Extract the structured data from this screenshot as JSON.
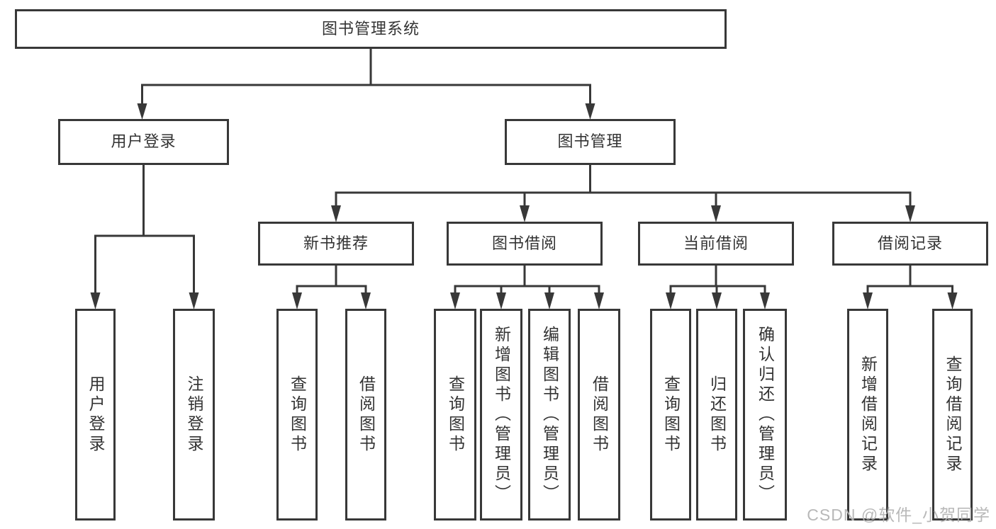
{
  "diagram": {
    "root": {
      "label": "图书管理系统"
    },
    "branches": [
      {
        "label": "用户登录",
        "children": [
          {
            "label": "用户登录"
          },
          {
            "label": "注销登录"
          }
        ]
      },
      {
        "label": "图书管理",
        "children": [
          {
            "label": "新书推荐",
            "children": [
              {
                "label": "查询图书"
              },
              {
                "label": "借阅图书"
              }
            ]
          },
          {
            "label": "图书借阅",
            "children": [
              {
                "label": "查询图书"
              },
              {
                "label": "新增图书（管理员）"
              },
              {
                "label": "编辑图书（管理员）"
              },
              {
                "label": "借阅图书"
              }
            ]
          },
          {
            "label": "当前借阅",
            "children": [
              {
                "label": "查询图书"
              },
              {
                "label": "归还图书"
              },
              {
                "label": "确认归还（管理员）"
              }
            ]
          },
          {
            "label": "借阅记录",
            "children": [
              {
                "label": "新增借阅记录"
              },
              {
                "label": "查询借阅记录"
              }
            ]
          }
        ]
      }
    ]
  },
  "watermark": {
    "text": "CSDN @软件_小贺同学"
  },
  "colors": {
    "line": "#383838",
    "box_border": "#383838",
    "text": "#333333",
    "background": "#ffffff",
    "watermark": "#b5b5b5"
  }
}
